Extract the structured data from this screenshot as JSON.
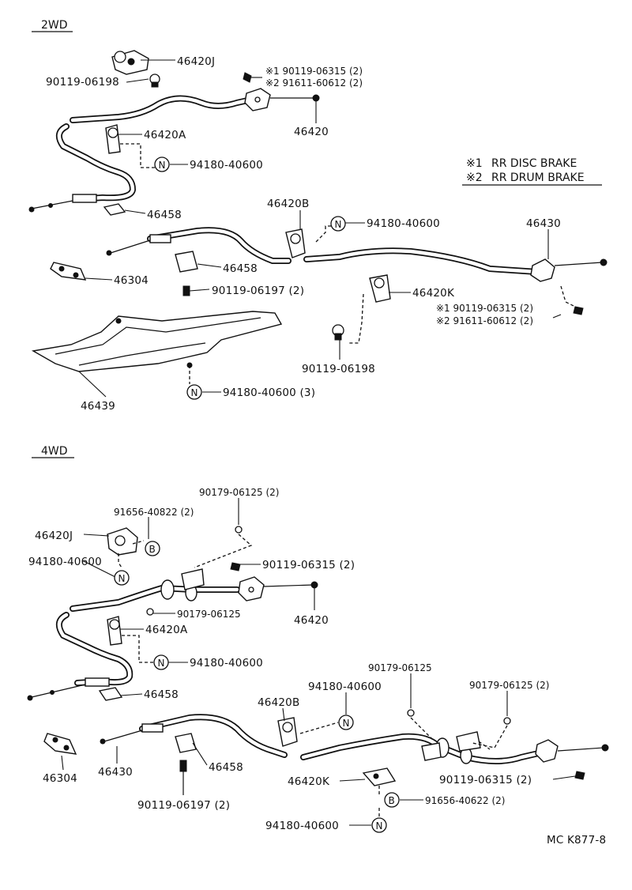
{
  "sections": {
    "twowd": "2WD",
    "fourwd": "4WD"
  },
  "legend": {
    "l1_mark": "※1",
    "l1_text": "RR DISC BRAKE",
    "l2_mark": "※2",
    "l2_text": "RR DRUM BRAKE"
  },
  "labels_2wd": {
    "p46420J": "46420J",
    "p90119_06198_a": "90119-06198",
    "p_ast1_top": "※1 90119-06315 (2)",
    "p_ast2_top": "※2 91611-60612 (2)",
    "p46420": "46420",
    "p46420A": "46420A",
    "p94180_a": "94180-40600",
    "p46458_a": "46458",
    "p46420B": "46420B",
    "p94180_b": "94180-40600",
    "p46430": "46430",
    "p46458_b": "46458",
    "p46304": "46304",
    "p90119_06197": "90119-06197 (2)",
    "p46420K": "46420K",
    "p_ast1_bot": "※1 90119-06315 (2)",
    "p_ast2_bot": "※2 91611-60612 (2)",
    "p90119_06198_b": "90119-06198",
    "p94180_c": "94180-40600 (3)",
    "p46439": "46439"
  },
  "labels_4wd": {
    "p90179_06125_a": "90179-06125 (2)",
    "p91656": "91656-40822 (2)",
    "p46420J": "46420J",
    "p94180_a": "94180-40600",
    "p90119_06315_a": "90119-06315 (2)",
    "p90179_06125_b": "90179-06125",
    "p46420": "46420",
    "p46420A": "46420A",
    "p94180_b": "94180-40600",
    "p46458_a": "46458",
    "p90179_06125_c": "90179-06125",
    "p90179_06125_d": "90179-06125 (2)",
    "p94180_c": "94180-40600",
    "p46420B": "46420B",
    "p46304": "46304",
    "p46430": "46430",
    "p46458_b": "46458",
    "p90119_06315_b": "90119-06315 (2)",
    "p46420K": "46420K",
    "p91656_b": "91656-40622 (2)",
    "p90119_06197": "90119-06197 (2)",
    "p94180_d": "94180-40600"
  },
  "symbols": {
    "n": "N",
    "b": "B"
  },
  "footer": {
    "code": "MC K877-8"
  }
}
